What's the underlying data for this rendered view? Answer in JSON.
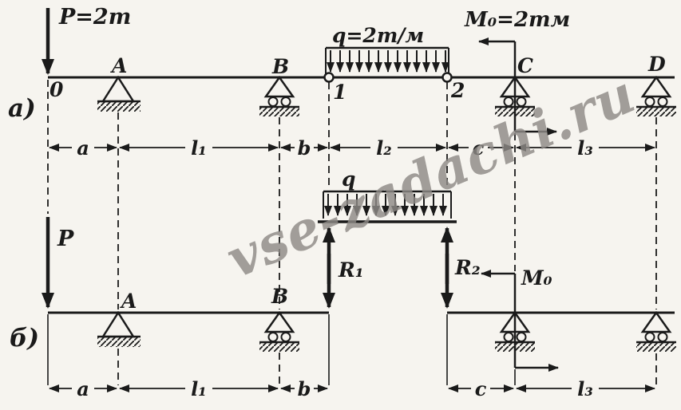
{
  "colors": {
    "ink": "#1a1a1a",
    "background": "#f6f4ef",
    "watermark": "#8d8a86"
  },
  "watermark": {
    "text": "vse-zadachi.ru"
  },
  "diagram_a": {
    "panel_label": "а)",
    "force_p_label": "P=2т",
    "load_q_label": "q=2т/м",
    "moment_label": "M₀=2тм",
    "points": {
      "origin": "0",
      "a": "A",
      "b": "B",
      "c": "C",
      "d": "D",
      "hinge1": "1",
      "hinge2": "2"
    },
    "dims": {
      "a": "a",
      "l1": "l₁",
      "b": "b",
      "l2": "l₂",
      "c": "c",
      "l3": "l₃"
    }
  },
  "diagram_b": {
    "panel_label": "б)",
    "force_p_label": "P",
    "load_q_label": "q",
    "moment_label": "M₀",
    "reaction1_label": "R₁",
    "reaction2_label": "R₂",
    "points": {
      "a": "A",
      "b": "B"
    },
    "dims": {
      "a": "a",
      "l1": "l₁",
      "b": "b",
      "c": "c",
      "l3": "l₃"
    }
  }
}
